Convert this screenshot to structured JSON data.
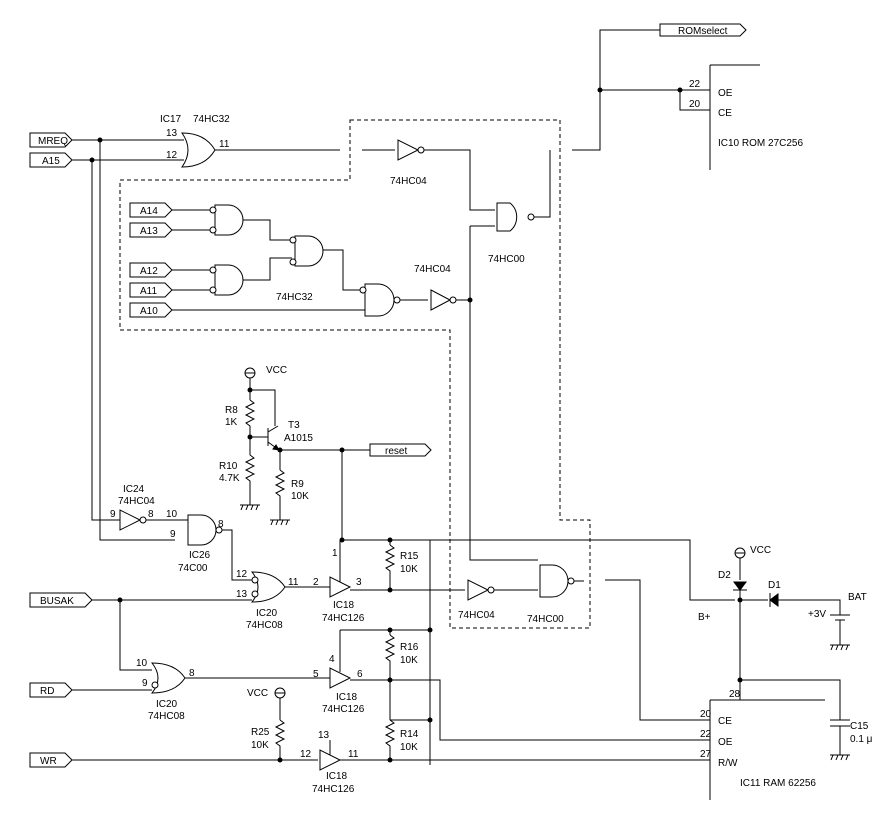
{
  "signals": {
    "mreq": "MREQ",
    "a15": "A15",
    "a14": "A14",
    "a13": "A13",
    "a12": "A12",
    "a11": "A11",
    "a10": "A10",
    "busak": "BUSAK",
    "rd": "RD",
    "wr": "WR",
    "rom_select": "ROMselect",
    "reset": "reset"
  },
  "chips": {
    "ic17": "IC17",
    "hc32": "74HC32",
    "hc32_2": "74HC32",
    "hc04_a": "74HC04",
    "hc04_b": "74HC04",
    "hc00_a": "74HC00",
    "ic24": "IC24",
    "ic24_type": "74HC04",
    "ic26": "IC26",
    "ic26_type": "74C00",
    "ic20_a": "IC20",
    "ic20_a_type": "74HC08",
    "ic20_b": "IC20",
    "ic20_b_type": "74HC08",
    "ic18_a": "IC18",
    "ic18_a_type": "74HC126",
    "ic18_b": "IC18",
    "ic18_b_type": "74HC126",
    "ic18_c": "IC18",
    "ic18_c_type": "74HC126",
    "hc04_c": "74HC04",
    "hc00_b": "74HC00",
    "rom": "IC10 ROM 27C256",
    "ram": "IC11 RAM 62256"
  },
  "pins": {
    "p13": "13",
    "p12": "12",
    "p11": "11",
    "p22": "22",
    "p20": "20",
    "ic24_in": "9",
    "ic24_out": "8",
    "ic26_in1": "10",
    "ic26_in2": "9",
    "ic26_out": "8",
    "ic20a_in1": "12",
    "ic20a_in2": "13",
    "ic20a_out": "11",
    "ic20b_in1": "10",
    "ic20b_in2": "9",
    "ic20b_out": "8",
    "ic18a_in": "2",
    "ic18a_en": "1",
    "ic18a_out": "3",
    "ic18b_in": "5",
    "ic18b_en": "4",
    "ic18b_out": "6",
    "ic18c_in": "12",
    "ic18c_en": "13",
    "ic18c_out": "11",
    "ram_ce": "20",
    "ram_oe": "22",
    "ram_rw": "27",
    "ram_vcc": "28"
  },
  "pin_names": {
    "oe": "OE",
    "ce": "CE",
    "ram_ce": "CE",
    "ram_oe": "OE",
    "ram_rw": "R/W"
  },
  "parts": {
    "vcc1": "VCC",
    "r8": "R8",
    "r8_val": "1K",
    "r10": "R10",
    "r10_val": "4.7K",
    "t3": "T3",
    "t3_type": "A1015",
    "r9": "R9",
    "r9_val": "10K",
    "r15": "R15",
    "r15_val": "10K",
    "r16": "R16",
    "r16_val": "10K",
    "r14": "R14",
    "r14_val": "10K",
    "r25": "R25",
    "r25_val": "10K",
    "vcc2": "VCC",
    "vcc3": "VCC",
    "d2": "D2",
    "d1": "D1",
    "bat": "BAT",
    "bat_val": "+3V",
    "bplus": "B+",
    "c15": "C15",
    "c15_val": "0.1 μ"
  }
}
